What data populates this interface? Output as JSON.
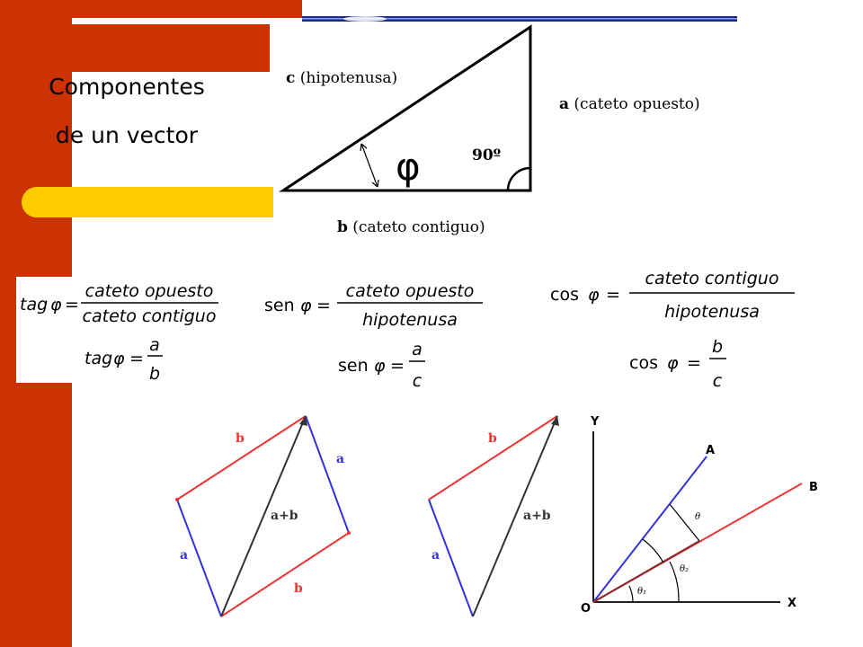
{
  "slide": {
    "title_line1": "Componentes",
    "title_line2": "de un vector",
    "accent_color": "#cc3300",
    "highlight_color": "#ffcc00"
  },
  "triangle": {
    "hypotenuse_letter": "c",
    "hypotenuse_text": " (hipotenusa)",
    "opposite_letter": "a",
    "opposite_text": " (cateto opuesto)",
    "adjacent_letter": "b",
    "adjacent_text": " (cateto contiguo)",
    "right_angle": "90º",
    "angle_symbol": "φ"
  },
  "formulas": {
    "tag_func": "tag",
    "sen_func": "sen",
    "cos_func": "cos",
    "phi": "φ",
    "equals": "=",
    "cateto_opuesto": "cateto opuesto",
    "cateto_contiguo": "cateto contiguo",
    "hipotenusa": "hipotenusa",
    "a": "a",
    "b": "b",
    "c": "c"
  },
  "vectors": {
    "label_a": "a",
    "label_b": "b",
    "label_sum": "a+b",
    "axis_y": "Y",
    "axis_x": "X",
    "origin": "O",
    "vec_A": "A",
    "vec_B": "B",
    "theta": "θ",
    "theta1": "θ₁",
    "theta2": "θ₂",
    "color_a": "#3333dd",
    "color_b": "#ee3333",
    "color_sum": "#333333"
  }
}
